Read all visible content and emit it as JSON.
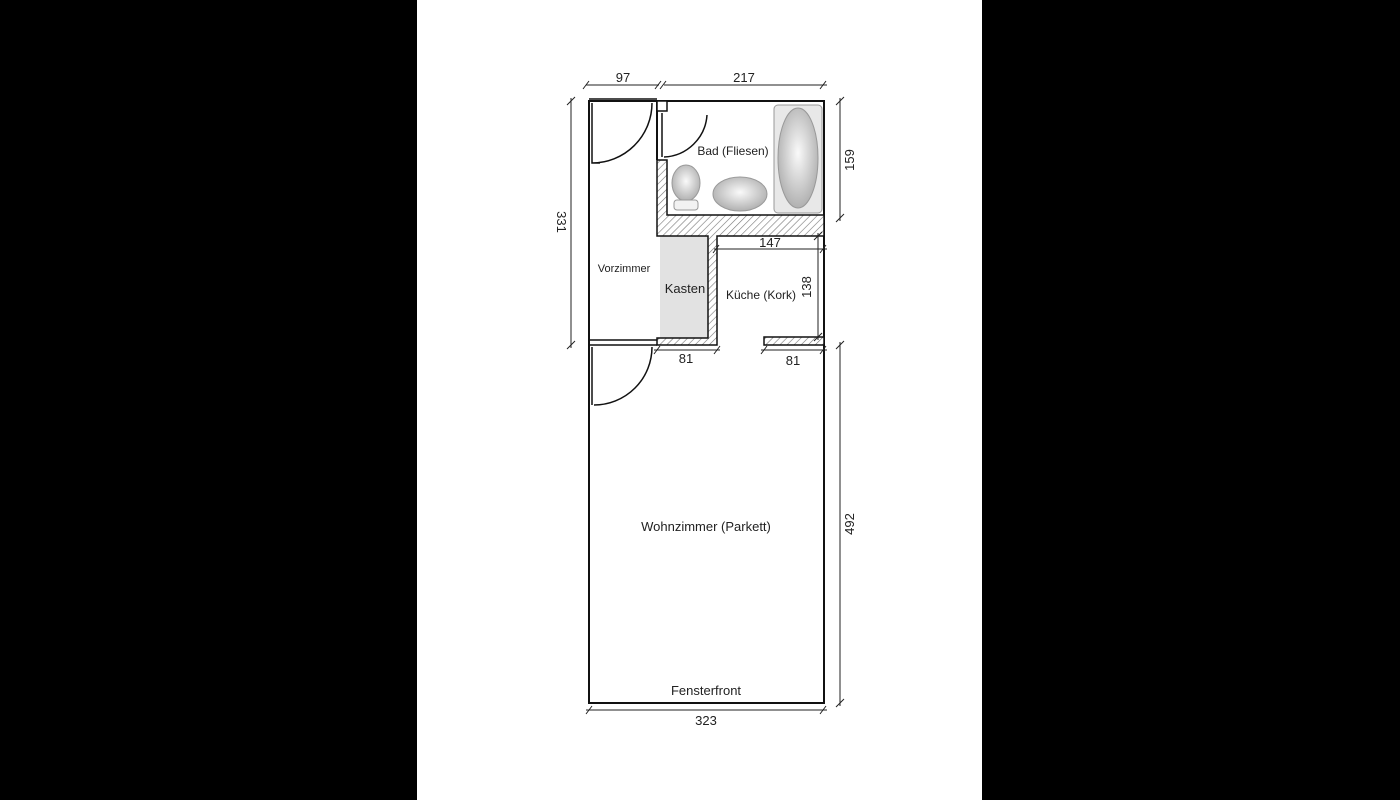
{
  "rooms": {
    "bad": "Bad (Fliesen)",
    "vorzimmer": "Vorzimmer",
    "kasten": "Kasten",
    "kueche": "Küche (Kork)",
    "wohnzimmer": "Wohnzimmer (Parkett)",
    "fensterfront": "Fensterfront"
  },
  "dimensions": {
    "top_left": "97",
    "top_right": "217",
    "left": "331",
    "bad_height": "159",
    "kueche_width": "147",
    "kueche_height": "138",
    "opening_left": "81",
    "opening_right": "81",
    "wohn_height": "492",
    "bottom": "323"
  }
}
